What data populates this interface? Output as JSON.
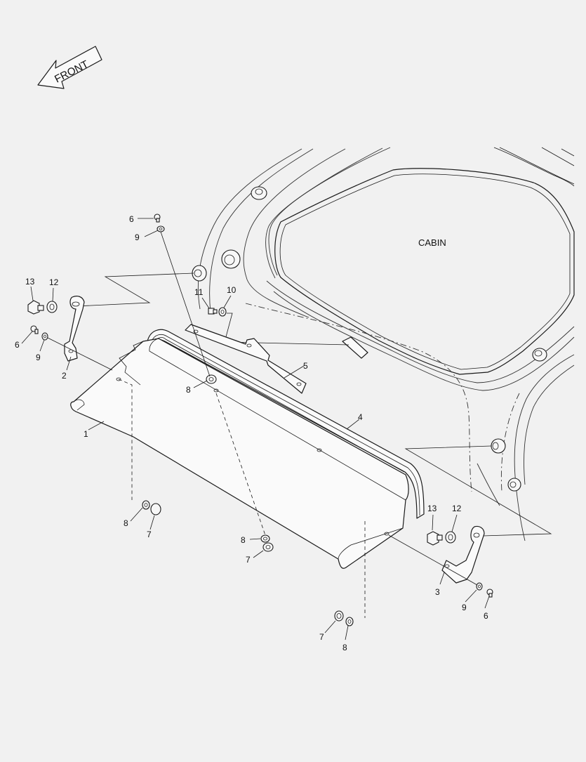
{
  "diagram": {
    "front_label": "FRONT",
    "cabin_label": "CABIN",
    "callouts": [
      "1",
      "2",
      "3",
      "4",
      "5",
      "6",
      "7",
      "8",
      "9",
      "10",
      "11",
      "12",
      "13"
    ]
  }
}
